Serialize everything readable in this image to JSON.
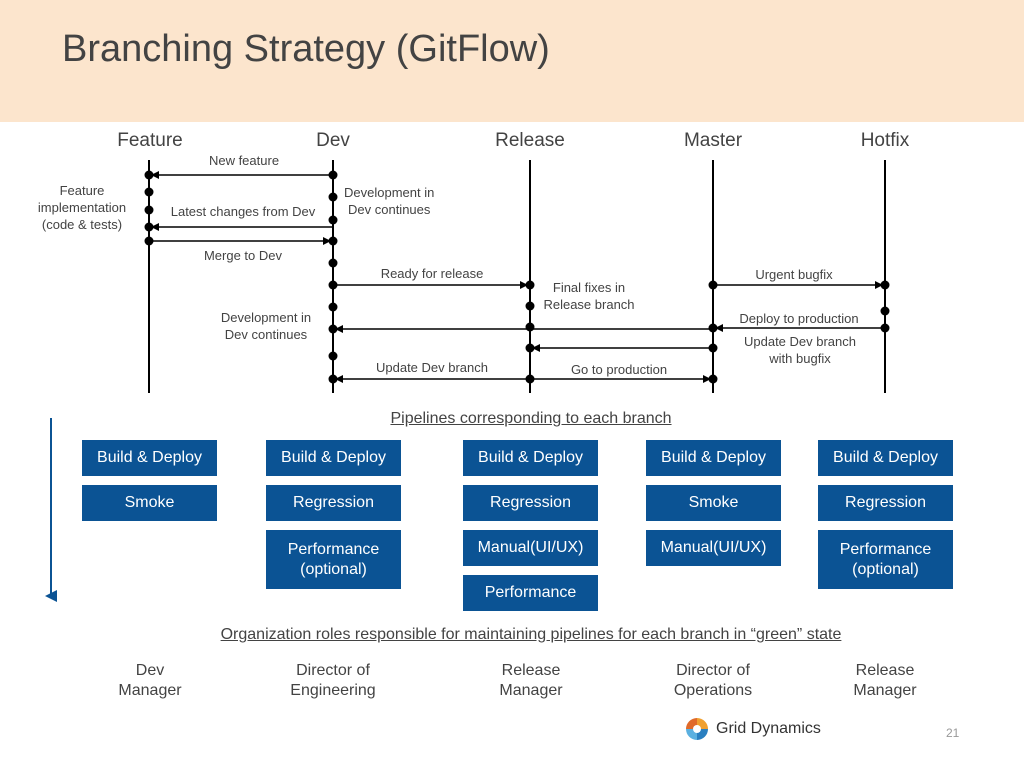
{
  "slide": {
    "title": "Branching Strategy (GitFlow)",
    "page_number": "21"
  },
  "branches": [
    "Feature",
    "Dev",
    "Release",
    "Master",
    "Hotfix"
  ],
  "flow": {
    "new_feature": "New feature",
    "feature_impl": [
      "Feature",
      "implementation",
      "(code & tests)"
    ],
    "dev_continues_1": [
      "Development in",
      "Dev continues"
    ],
    "latest_changes": "Latest changes from Dev",
    "merge_to_dev": "Merge to Dev",
    "ready_for_release": "Ready for release",
    "final_fixes": [
      "Final fixes in",
      "Release branch"
    ],
    "urgent_bugfix": "Urgent bugfix",
    "dev_continues_2": [
      "Development in",
      "Dev continues"
    ],
    "deploy_to_production": "Deploy to production",
    "update_dev_bugfix": [
      "Update Dev branch",
      "with bugfix"
    ],
    "update_dev_branch": "Update Dev branch",
    "go_to_production": "Go to production"
  },
  "pipelines": {
    "heading": "Pipelines corresponding to each branch",
    "feature": [
      "Build & Deploy",
      "Smoke"
    ],
    "dev": [
      "Build & Deploy",
      "Regression",
      "Performance (optional)"
    ],
    "release": [
      "Build & Deploy",
      "Regression",
      "Manual(UI/UX)",
      "Performance"
    ],
    "master": [
      "Build & Deploy",
      "Smoke",
      "Manual(UI/UX)"
    ],
    "hotfix": [
      "Build & Deploy",
      "Regression",
      "Performance (optional)"
    ]
  },
  "roles": {
    "heading": "Organization roles responsible for maintaining pipelines for each branch in “green” state",
    "items": [
      [
        "Dev",
        "Manager"
      ],
      [
        "Director of",
        "Engineering"
      ],
      [
        "Release",
        "Manager"
      ],
      [
        "Director of",
        "Operations"
      ],
      [
        "Release",
        "Manager"
      ]
    ]
  },
  "logo": {
    "text": "Grid Dynamics"
  },
  "colors": {
    "header_bg": "#fce5cd",
    "box_bg": "#0b5394",
    "arrow": "#0b5394",
    "text": "#434343"
  }
}
